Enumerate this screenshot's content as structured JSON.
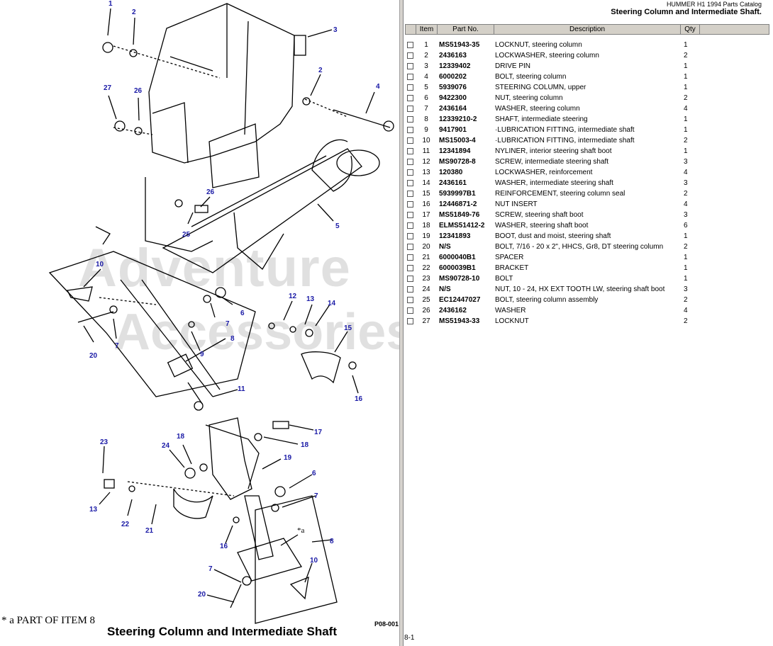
{
  "header": {
    "catalog": "HUMMER H1 1994 Parts Catalog",
    "title": "Steering Column and Intermediate Shaft."
  },
  "table": {
    "columns": [
      "Item",
      "Part No.",
      "Description",
      "Qty"
    ],
    "rows": [
      {
        "item": "1",
        "part": "MS51943-35",
        "desc": "LOCKNUT, steering column",
        "qty": "1"
      },
      {
        "item": "2",
        "part": "2436163",
        "desc": "LOCKWASHER, steering column",
        "qty": "2"
      },
      {
        "item": "3",
        "part": "12339402",
        "desc": "DRIVE PIN",
        "qty": "1"
      },
      {
        "item": "4",
        "part": "6000202",
        "desc": "BOLT, steering column",
        "qty": "1"
      },
      {
        "item": "5",
        "part": "5939076",
        "desc": "STEERING COLUMN, upper",
        "qty": "1"
      },
      {
        "item": "6",
        "part": "9422300",
        "desc": "NUT, steering column",
        "qty": "2"
      },
      {
        "item": "7",
        "part": "2436164",
        "desc": "WASHER, steering column",
        "qty": "4"
      },
      {
        "item": "8",
        "part": "12339210-2",
        "desc": "SHAFT, intermediate steering",
        "qty": "1"
      },
      {
        "item": "9",
        "part": "9417901",
        "desc": "·LUBRICATION FITTING, intermediate shaft",
        "qty": "1"
      },
      {
        "item": "10",
        "part": "MS15003-4",
        "desc": "·LUBRICATION FITTING, intermediate shaft",
        "qty": "2"
      },
      {
        "item": "11",
        "part": "12341894",
        "desc": "NYLINER, interior steering shaft boot",
        "qty": "1"
      },
      {
        "item": "12",
        "part": "MS90728-8",
        "desc": "SCREW, intermediate steering shaft",
        "qty": "3"
      },
      {
        "item": "13",
        "part": "120380",
        "desc": "LOCKWASHER, reinforcement",
        "qty": "4"
      },
      {
        "item": "14",
        "part": "2436161",
        "desc": "WASHER, intermediate steering shaft",
        "qty": "3"
      },
      {
        "item": "15",
        "part": "5939997B1",
        "desc": "REINFORCEMENT, steering column seal",
        "qty": "2"
      },
      {
        "item": "16",
        "part": "12446871-2",
        "desc": "NUT INSERT",
        "qty": "4"
      },
      {
        "item": "17",
        "part": "MS51849-76",
        "desc": "SCREW, steering shaft boot",
        "qty": "3"
      },
      {
        "item": "18",
        "part": "ELMS51412-2",
        "desc": "WASHER, steering shaft boot",
        "qty": "6"
      },
      {
        "item": "19",
        "part": "12341893",
        "desc": "BOOT, dust and moist, steering shaft",
        "qty": "1"
      },
      {
        "item": "20",
        "part": "N/S",
        "desc": "BOLT, 7/16 - 20 x 2\", HHCS, Gr8, DT steering column",
        "qty": "2"
      },
      {
        "item": "21",
        "part": "6000040B1",
        "desc": "SPACER",
        "qty": "1"
      },
      {
        "item": "22",
        "part": "6000039B1",
        "desc": "BRACKET",
        "qty": "1"
      },
      {
        "item": "23",
        "part": "MS90728-10",
        "desc": "BOLT",
        "qty": "1"
      },
      {
        "item": "24",
        "part": "N/S",
        "desc": "NUT, 10 - 24, HX EXT TOOTH LW, steering shaft boot",
        "qty": "3"
      },
      {
        "item": "25",
        "part": "EC12447027",
        "desc": "BOLT, steering column assembly",
        "qty": "2"
      },
      {
        "item": "26",
        "part": "2436162",
        "desc": "WASHER",
        "qty": "4"
      },
      {
        "item": "27",
        "part": "MS51943-33",
        "desc": "LOCKNUT",
        "qty": "2"
      }
    ]
  },
  "footer": {
    "page": "8-1"
  },
  "diagram": {
    "note": "* a PART OF ITEM 8",
    "title": "Steering Column and Intermediate Shaft",
    "code": "P08-001",
    "star_label": "*a",
    "watermark_line1": "Adventure",
    "watermark_line2": "Accessories",
    "callouts": [
      "1",
      "2",
      "3",
      "2",
      "4",
      "27",
      "26",
      "26",
      "25",
      "5",
      "10",
      "6",
      "7",
      "20",
      "7",
      "9",
      "8",
      "12",
      "13",
      "14",
      "15",
      "16",
      "11",
      "17",
      "18",
      "18",
      "24",
      "19",
      "23",
      "13",
      "22",
      "21",
      "6",
      "7",
      "16",
      "8",
      "7",
      "10",
      "20"
    ]
  },
  "colors": {
    "callout": "#1a1aa6",
    "grid_header": "#d4d0c8",
    "divider": "#d6d3ce"
  }
}
